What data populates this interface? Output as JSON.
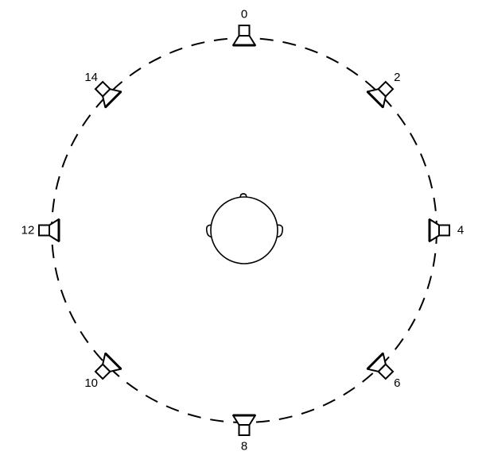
{
  "colors": {
    "background": "#ffffff",
    "ink": "#000000"
  },
  "speakers": [
    {
      "label": "0",
      "bearing_deg": 0
    },
    {
      "label": "2",
      "bearing_deg": 45
    },
    {
      "label": "4",
      "bearing_deg": 90
    },
    {
      "label": "6",
      "bearing_deg": 135
    },
    {
      "label": "8",
      "bearing_deg": 180
    },
    {
      "label": "10",
      "bearing_deg": 225
    },
    {
      "label": "12",
      "bearing_deg": 270
    },
    {
      "label": "14",
      "bearing_deg": 315
    }
  ],
  "icons": {
    "speaker": "loudspeaker-icon",
    "listener": "head-icon"
  }
}
